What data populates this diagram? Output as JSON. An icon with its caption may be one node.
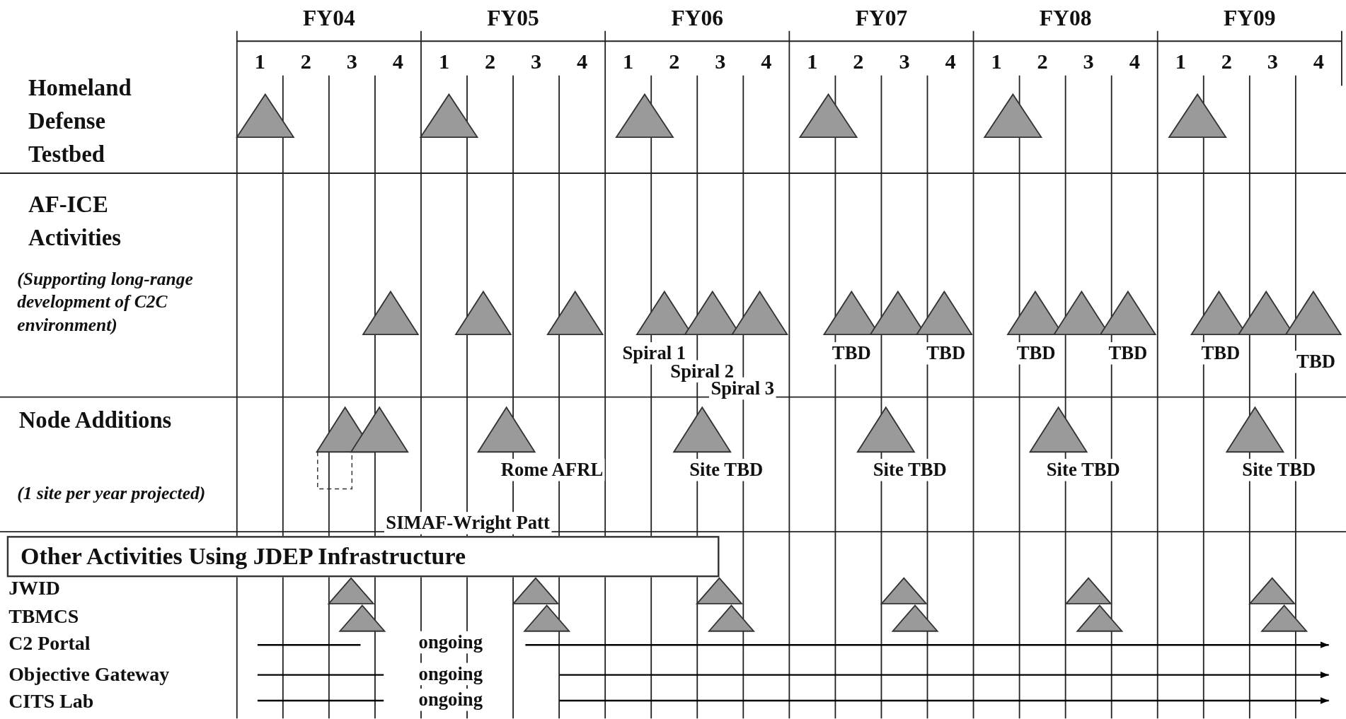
{
  "diagram": {
    "nodes": [
      {
        "text": [
          "Other Activities Using JDEP Infrastructure"
        ]
      }
    ],
    "labels": [
      "FY04",
      "FY05",
      "FY06",
      "FY07",
      "FY08",
      "FY09",
      "1",
      "2",
      "3",
      "4",
      "1",
      "2",
      "3",
      "4",
      "1",
      "2",
      "3",
      "4",
      "1",
      "2",
      "3",
      "4",
      "1",
      "2",
      "3",
      "4",
      "1",
      "2",
      "3",
      "4",
      "Homeland Defense Testbed",
      "AF-ICE Activities",
      "(Supporting long-range development of C2C environment)",
      "Spiral 1",
      "TBD",
      "TBD",
      "TBD",
      "TBD",
      "TBD",
      "TBD",
      "Spiral 2",
      "Spiral 3",
      "Node Additions",
      "Rome AFRL",
      "Site TBD",
      "Site TBD",
      "Site TBD",
      "Site TBD",
      "(1 site per year projected)",
      "SIMAF-Wright Patt",
      "JWID",
      "TBMCS",
      "C2 Portal",
      "ongoing",
      "Objective Gateway",
      "ongoing",
      "CITS Lab",
      "ongoing"
    ]
  }
}
